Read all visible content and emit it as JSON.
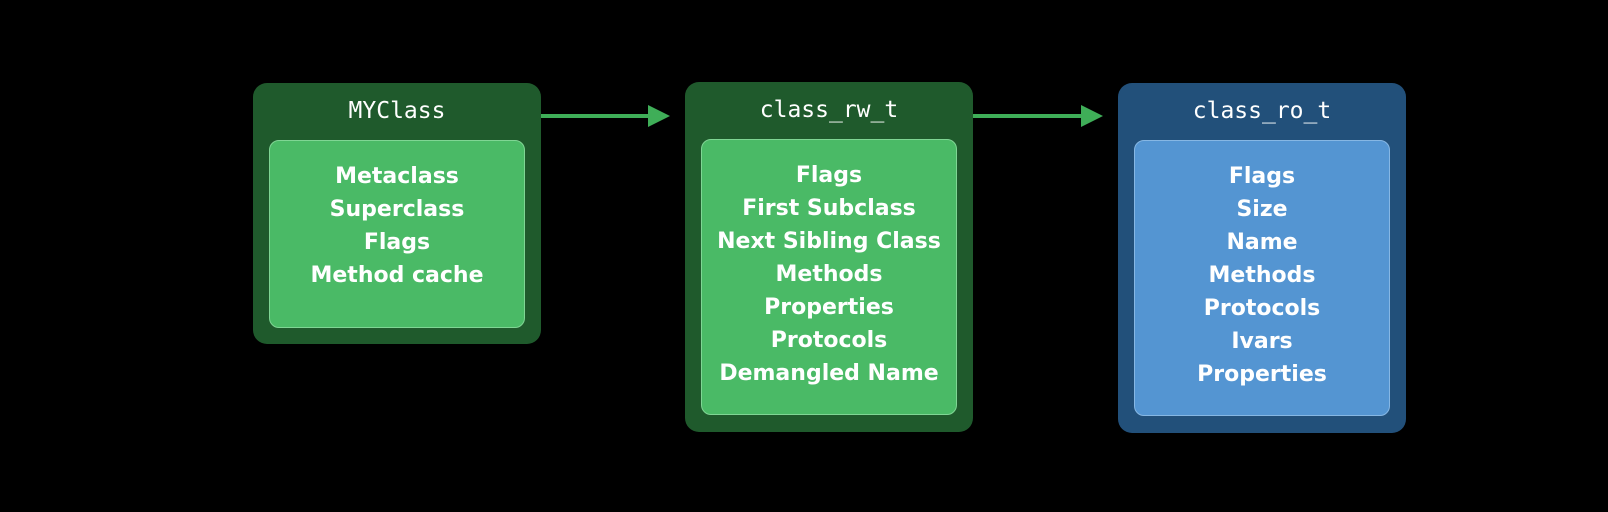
{
  "boxes": [
    {
      "title": "MYClass",
      "fields": [
        "Metaclass",
        "Superclass",
        "Flags",
        "Method cache"
      ]
    },
    {
      "title": "class_rw_t",
      "fields": [
        "Flags",
        "First Subclass",
        "Next Sibling Class",
        "Methods",
        "Properties",
        "Protocols",
        "Demangled Name"
      ]
    },
    {
      "title": "class_ro_t",
      "fields": [
        "Flags",
        "Size",
        "Name",
        "Methods",
        "Protocols",
        "Ivars",
        "Properties"
      ]
    }
  ],
  "colors": {
    "green_outer": "#1f5a2c",
    "green_inner": "#4aba66",
    "blue_outer": "#22507a",
    "blue_inner": "#5495d2",
    "arrow": "#3fae58"
  }
}
